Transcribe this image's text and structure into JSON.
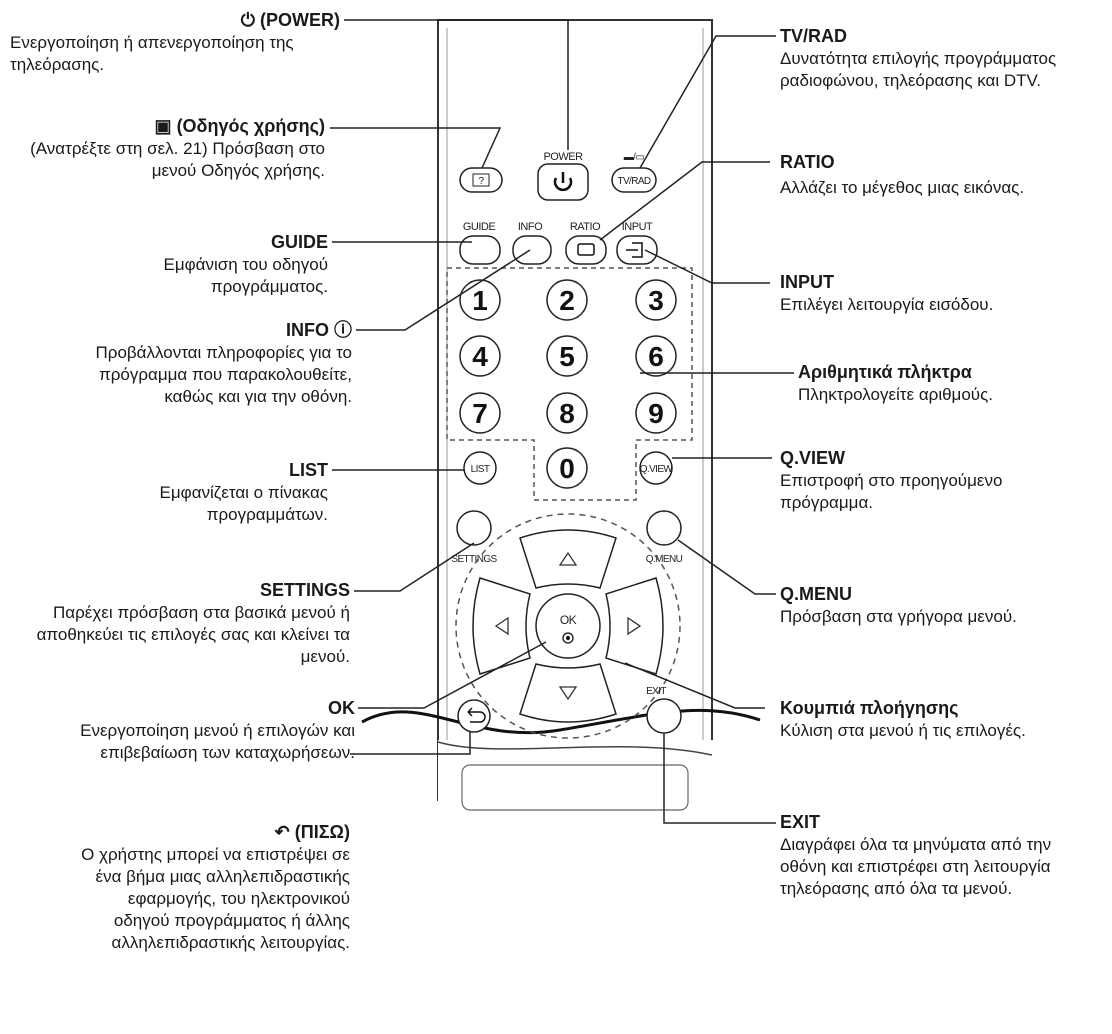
{
  "annotations": {
    "power": {
      "title": "(POWER)",
      "desc": "Ενεργοποίηση ή απενεργοποίηση της τηλεόρασης."
    },
    "guide_user": {
      "title": "(Οδηγός χρήσης)",
      "desc": "(Ανατρέξτε στη σελ. 21) Πρόσβαση στο μενού Οδηγός χρήσης."
    },
    "guide": {
      "title": "GUIDE",
      "desc": "Εμφάνιση του οδηγού προγράμματος."
    },
    "info": {
      "title": "INFO ⓘ",
      "desc": "Προβάλλονται πληροφορίες για το πρόγραμμα που παρακολουθείτε, καθώς και για την οθόνη."
    },
    "list": {
      "title": "LIST",
      "desc": "Εμφανίζεται ο πίνακας προγραμμάτων."
    },
    "settings": {
      "title": "SETTINGS",
      "desc": "Παρέχει πρόσβαση στα βασικά μενού ή αποθηκεύει τις επιλογές σας και κλείνει τα μενού."
    },
    "ok": {
      "title": "OK",
      "desc": "Ενεργοποίηση μενού ή επιλογών και επιβεβαίωση των καταχωρήσεων."
    },
    "back": {
      "title": "(ΠΙΣΩ)",
      "desc": "Ο χρήστης μπορεί να επιστρέψει σε ένα βήμα μιας αλληλεπιδραστικής εφαρμογής, του ηλεκτρονικού οδηγού προγράμματος ή άλλης αλληλεπιδραστικής λειτουργίας."
    },
    "tvrad": {
      "title": "TV/RAD",
      "desc": "Δυνατότητα επιλογής προγράμματος ραδιοφώνου, τηλεόρασης και DTV."
    },
    "ratio": {
      "title": "RATIO",
      "desc": "Αλλάζει το μέγεθος μιας εικόνας."
    },
    "input": {
      "title": "INPUT",
      "desc": "Επιλέγει λειτουργία εισόδου."
    },
    "numbers": {
      "title": "Αριθμητικά πλήκτρα",
      "desc": "Πληκτρολογείτε αριθμούς."
    },
    "qview": {
      "title": "Q.VIEW",
      "desc": "Επιστροφή στο προηγούμενο πρόγραμμα."
    },
    "qmenu": {
      "title": "Q.MENU",
      "desc": "Πρόσβαση στα γρήγορα μενού."
    },
    "nav": {
      "title": "Κουμπιά πλοήγησης",
      "desc": "Κύλιση στα μενού ή τις επιλογές."
    },
    "exit": {
      "title": "EXIT",
      "desc": "Διαγράφει όλα τα μηνύματα από την οθόνη και επιστρέφει στη λειτουργία τηλεόρασης από όλα τα μενού."
    }
  },
  "remote": {
    "power_label": "POWER",
    "tvrad_label": "TV/RAD",
    "guide_label": "GUIDE",
    "info_label": "INFO",
    "ratio_label": "RATIO",
    "input_label": "INPUT",
    "list_label": "LIST",
    "qview_label": "Q.VIEW",
    "settings_label": "SETTINGS",
    "qmenu_label": "Q.MENU",
    "ok_label": "OK",
    "exit_label": "EXIT",
    "digits": [
      "1",
      "2",
      "3",
      "4",
      "5",
      "6",
      "7",
      "8",
      "9",
      "0"
    ]
  }
}
